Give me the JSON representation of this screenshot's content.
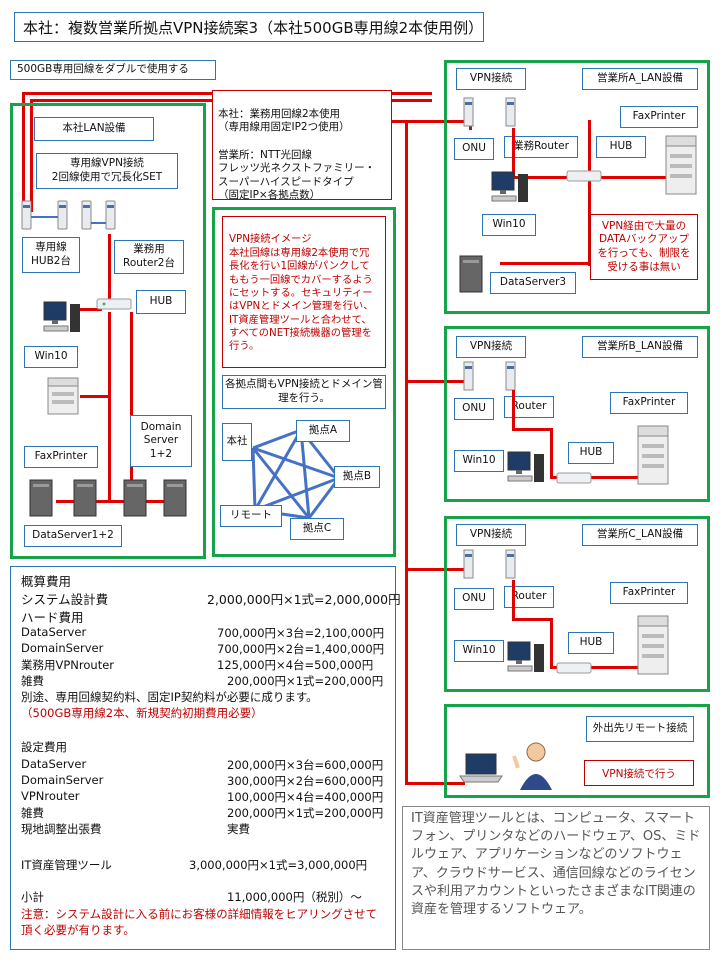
{
  "title": "本社：複数営業所拠点VPN接続案3（本社500GB専用線2本使用例）",
  "note_double": "500GB専用回線をダブルで使用する",
  "hq": {
    "lan_label": "本社LAN設備",
    "vpn_label": "専用線VPN接続\n2回線使用で冗長化SET",
    "hub2_label": "専用線\nHUB2台",
    "router2_label": "業務用\nRouter2台",
    "hub_label": "HUB",
    "win10_label": "Win10",
    "fax_label": "FaxPrinter",
    "domain_label": "Domain\nServer\n1+2",
    "dataserver_label": "DataServer1+2"
  },
  "line_info": "本社：業務用回線2本使用\n（専用線用固定IP2つ使用）\n\n営業所：NTT光回線\nフレッツ光ネクストファミリー・\nスーパーハイスピードタイプ\n（固定IP×各拠点数）",
  "vpn_image": {
    "text": "VPN接続イメージ\n本社回線は専用線2本使用で冗長化を行い1回線がパンクしてももう一回線でカバーするようにセットする。セキュリティーはVPNとドメイン管理を行い、IT資産管理ツールと合わせて、すべてのNET接続機器の管理を行う。",
    "sub": "各拠点間もVPN接続とドメイン管理を行う。",
    "nodes": [
      "本社",
      "拠点A",
      "拠点B",
      "リモート",
      "拠点C"
    ]
  },
  "office_a": {
    "vpn": "VPN接続",
    "lan": "営業所A_LAN設備",
    "fax": "FaxPrinter",
    "onu": "ONU",
    "router": "業務Router",
    "hub": "HUB",
    "win10": "Win10",
    "dataserver": "DataServer3",
    "note": "VPN経由で大量のDATAバックアップを行っても、制限を受ける事は無い"
  },
  "office_b": {
    "vpn": "VPN接続",
    "lan": "営業所B_LAN設備",
    "fax": "FaxPrinter",
    "onu": "ONU",
    "router": "Router",
    "hub": "HUB",
    "win10": "Win10"
  },
  "office_c": {
    "vpn": "VPN接続",
    "lan": "営業所C_LAN設備",
    "fax": "FaxPrinter",
    "onu": "ONU",
    "router": "Router",
    "hub": "HUB",
    "win10": "Win10"
  },
  "remote": {
    "label": "外出先リモート接続",
    "vpn": "VPN接続で行う"
  },
  "cost": {
    "h1": "概算費用",
    "r1a": "システム設計費",
    "r1b": "2,000,000円×1式=2,000,000円",
    "h2": "ハード費用",
    "r2a": "DataServer",
    "r2b": "700,000円×3台=2,100,000円",
    "r3a": "DomainServer",
    "r3b": "700,000円×2台=1,400,000円",
    "r4a": "業務用VPNrouter",
    "r4b": "125,000円×4台=500,000円",
    "r5a": "雑費",
    "r5b": "200,000円×1式=200,000円",
    "r6": "別途、専用回線契約料、固定IP契約料が必要に成ります。",
    "r7": "（500GB専用線2本、新規契約初期費用必要）",
    "h3": "設定費用",
    "s1a": "DataServer",
    "s1b": "200,000円×3台=600,000円",
    "s2a": "DomainServer",
    "s2b": "300,000円×2台=600,000円",
    "s3a": "VPNrouter",
    "s3b": "100,000円×4台=400,000円",
    "s4a": "雑費",
    "s4b": "200,000円×1式=200,000円",
    "s5a": "現地調整出張費",
    "s5b": "実費",
    "t1a": "IT資産管理ツール",
    "t1b": "3,000,000円×1式=3,000,000円",
    "t2a": "小計",
    "t2b": "11,000,000円（税別）～",
    "note": "注意：システム設計に入る前にお客様の詳細情報をヒアリングさせて頂く必要が有ります。"
  },
  "itam": "IT資産管理ツールとは、コンピュータ、スマートフォン、プリンタなどのハードウェア、OS、ミドルウェア、アプリケーションなどのソフトウェア、クラウドサービス、通信回線などのライセンスや利用アカウントといったさまざまなIT関連の資産を管理するソフトウェア。",
  "colors": {
    "green": "#16a34a",
    "blue": "#2e75b6",
    "red": "#e00000",
    "darkred": "#c00000"
  }
}
